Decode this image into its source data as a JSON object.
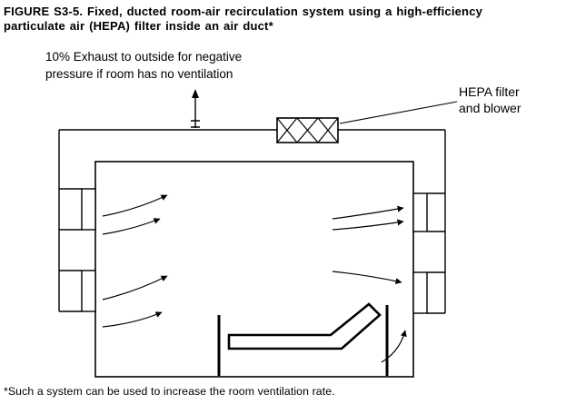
{
  "figure": {
    "title": {
      "line1": "FIGURE S3-5. Fixed, ducted room-air recirculation system using a high-efficiency",
      "line2": "particulate air (HEPA) filter inside an air duct*"
    },
    "labels": {
      "exhaust_note_line1": "10% Exhaust to outside for negative",
      "exhaust_note_line2": "pressure if room has no ventilation",
      "hepa_line1": "HEPA filter",
      "hepa_line2": "and blower"
    },
    "footnote": "*Such a system can be used to increase the room ventilation rate.",
    "colors": {
      "ink": "#000000",
      "background": "#ffffff"
    },
    "icons": {
      "hepa_filter_box": "x-hatch-filter-icon",
      "exhaust_stack": "up-arrow-icon",
      "airflow": "curved-arrow-icon"
    }
  }
}
